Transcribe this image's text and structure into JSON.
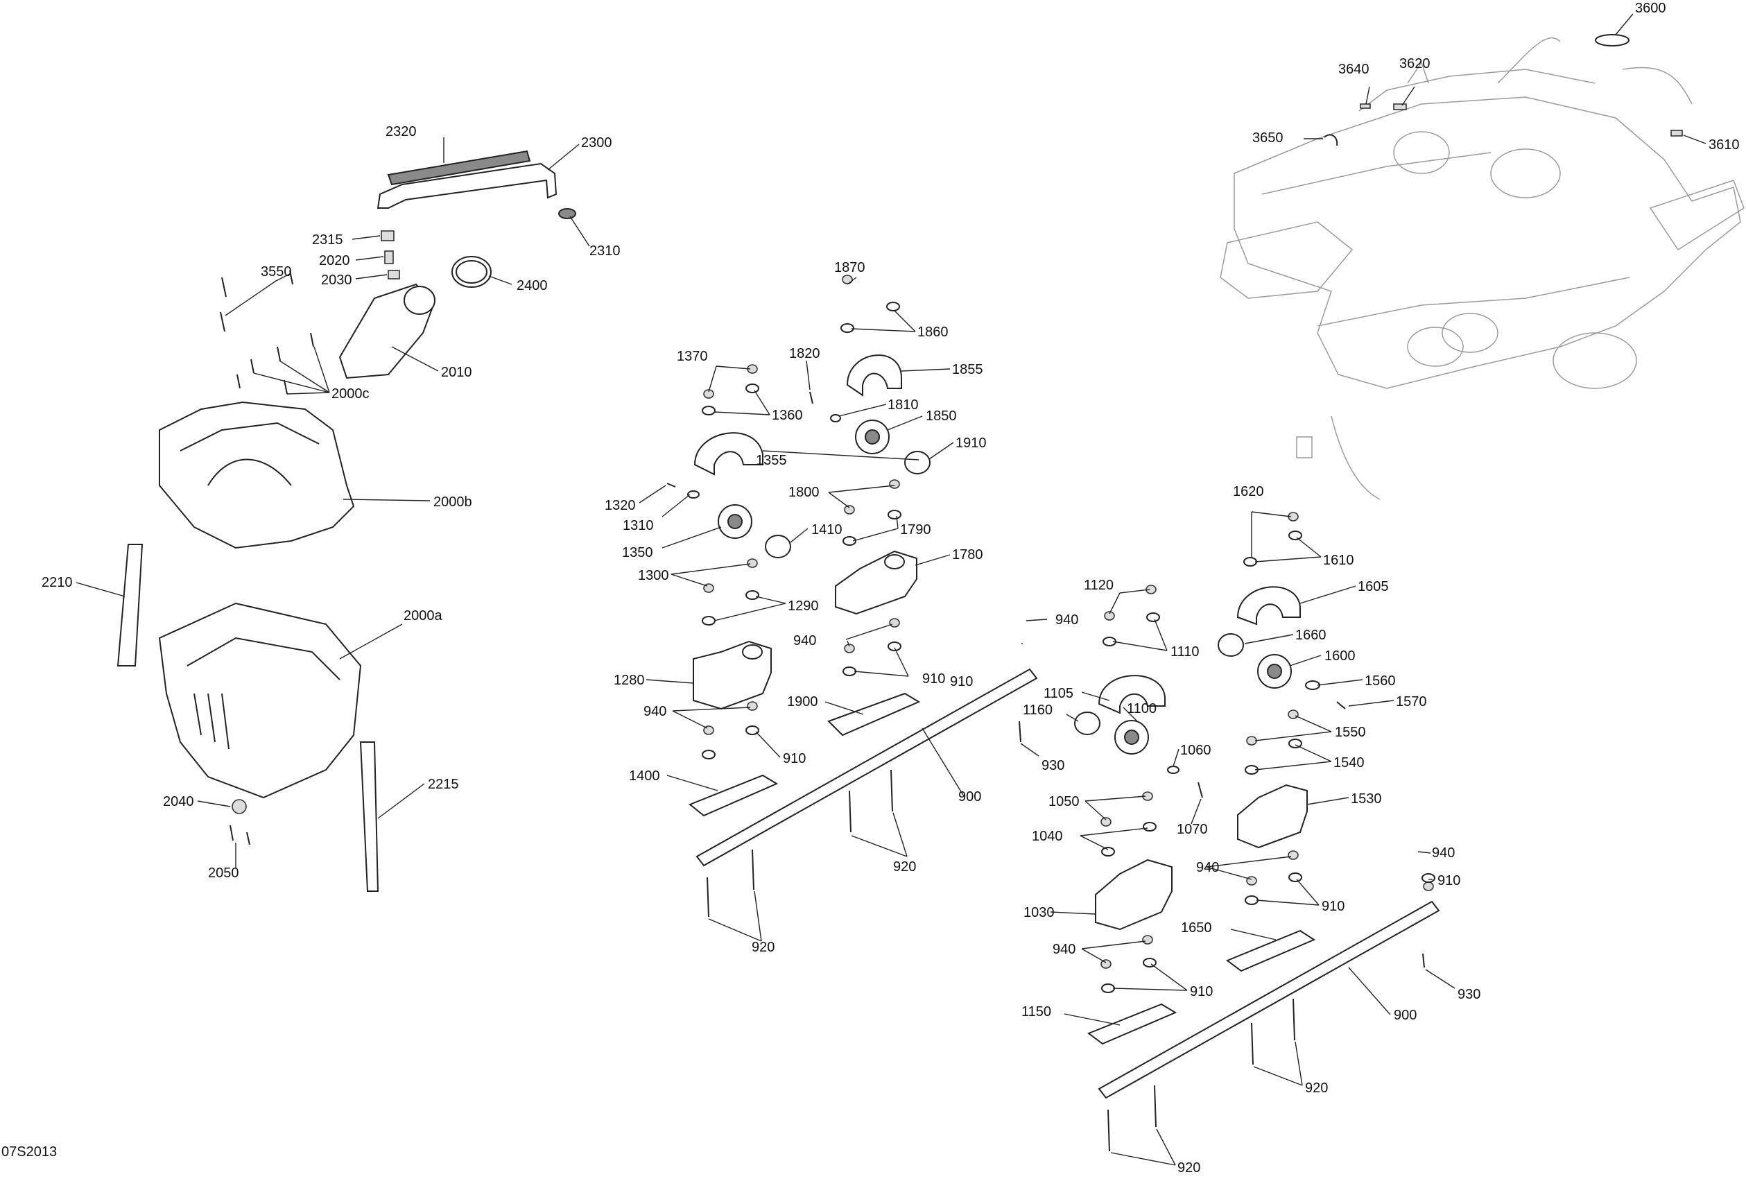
{
  "diagram_code": "07S2013",
  "callouts": [
    {
      "id": "3600",
      "label": "3600"
    },
    {
      "id": "3620",
      "label": "3620"
    },
    {
      "id": "3640",
      "label": "3640"
    },
    {
      "id": "3650",
      "label": "3650"
    },
    {
      "id": "3610",
      "label": "3610"
    },
    {
      "id": "2320",
      "label": "2320"
    },
    {
      "id": "2300",
      "label": "2300"
    },
    {
      "id": "2310",
      "label": "2310"
    },
    {
      "id": "2315",
      "label": "2315"
    },
    {
      "id": "2020",
      "label": "2020"
    },
    {
      "id": "2030",
      "label": "2030"
    },
    {
      "id": "2400",
      "label": "2400"
    },
    {
      "id": "3550",
      "label": "3550"
    },
    {
      "id": "2010",
      "label": "2010"
    },
    {
      "id": "2000c",
      "label": "2000c"
    },
    {
      "id": "2000b",
      "label": "2000b"
    },
    {
      "id": "2210",
      "label": "2210"
    },
    {
      "id": "2000a",
      "label": "2000a"
    },
    {
      "id": "2215",
      "label": "2215"
    },
    {
      "id": "2040",
      "label": "2040"
    },
    {
      "id": "2050",
      "label": "2050"
    },
    {
      "id": "1870",
      "label": "1870"
    },
    {
      "id": "1860",
      "label": "1860"
    },
    {
      "id": "1820",
      "label": "1820"
    },
    {
      "id": "1855",
      "label": "1855"
    },
    {
      "id": "1370",
      "label": "1370"
    },
    {
      "id": "1360",
      "label": "1360"
    },
    {
      "id": "1810",
      "label": "1810"
    },
    {
      "id": "1850",
      "label": "1850"
    },
    {
      "id": "1355",
      "label": "1355"
    },
    {
      "id": "1910",
      "label": "1910"
    },
    {
      "id": "1320",
      "label": "1320"
    },
    {
      "id": "1800",
      "label": "1800"
    },
    {
      "id": "1310",
      "label": "1310"
    },
    {
      "id": "1790",
      "label": "1790"
    },
    {
      "id": "1410",
      "label": "1410"
    },
    {
      "id": "1350",
      "label": "1350"
    },
    {
      "id": "1780",
      "label": "1780"
    },
    {
      "id": "1300",
      "label": "1300"
    },
    {
      "id": "1290",
      "label": "1290"
    },
    {
      "id": "940a",
      "label": "940"
    },
    {
      "id": "1280",
      "label": "1280"
    },
    {
      "id": "910a",
      "label": "910"
    },
    {
      "id": "1900",
      "label": "1900"
    },
    {
      "id": "940b",
      "label": "940"
    },
    {
      "id": "910b",
      "label": "910"
    },
    {
      "id": "1400",
      "label": "1400"
    },
    {
      "id": "900a",
      "label": "900"
    },
    {
      "id": "920a",
      "label": "920"
    },
    {
      "id": "920b",
      "label": "920"
    },
    {
      "id": "940c",
      "label": "940"
    },
    {
      "id": "910c",
      "label": "910"
    },
    {
      "id": "1620",
      "label": "1620"
    },
    {
      "id": "1610",
      "label": "1610"
    },
    {
      "id": "1605",
      "label": "1605"
    },
    {
      "id": "1120",
      "label": "1120"
    },
    {
      "id": "1110",
      "label": "1110"
    },
    {
      "id": "1660",
      "label": "1660"
    },
    {
      "id": "1600",
      "label": "1600"
    },
    {
      "id": "1105",
      "label": "1105"
    },
    {
      "id": "1560",
      "label": "1560"
    },
    {
      "id": "1570",
      "label": "1570"
    },
    {
      "id": "1160",
      "label": "1160"
    },
    {
      "id": "1100",
      "label": "1100"
    },
    {
      "id": "1550",
      "label": "1550"
    },
    {
      "id": "930a",
      "label": "930"
    },
    {
      "id": "1060",
      "label": "1060"
    },
    {
      "id": "1540",
      "label": "1540"
    },
    {
      "id": "1050",
      "label": "1050"
    },
    {
      "id": "1070",
      "label": "1070"
    },
    {
      "id": "1530",
      "label": "1530"
    },
    {
      "id": "1040",
      "label": "1040"
    },
    {
      "id": "940d",
      "label": "940"
    },
    {
      "id": "910d",
      "label": "910"
    },
    {
      "id": "940e",
      "label": "940"
    },
    {
      "id": "910e",
      "label": "910"
    },
    {
      "id": "1030",
      "label": "1030"
    },
    {
      "id": "1650",
      "label": "1650"
    },
    {
      "id": "940f",
      "label": "940"
    },
    {
      "id": "910f",
      "label": "910"
    },
    {
      "id": "930b",
      "label": "930"
    },
    {
      "id": "900b",
      "label": "900"
    },
    {
      "id": "1150",
      "label": "1150"
    },
    {
      "id": "920c",
      "label": "920"
    },
    {
      "id": "920d",
      "label": "920"
    }
  ]
}
